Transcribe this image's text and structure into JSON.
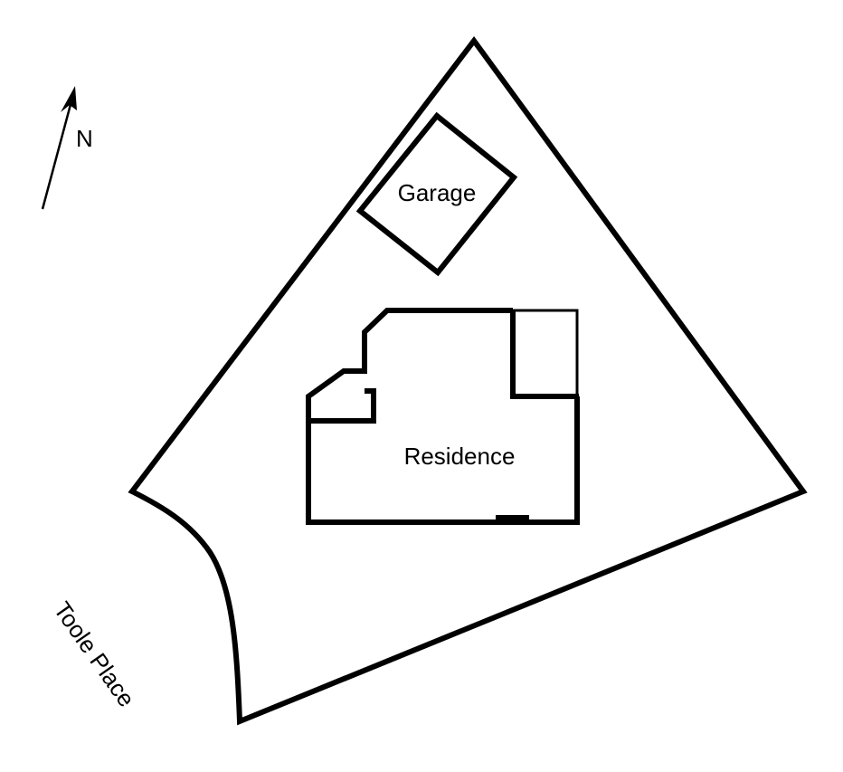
{
  "labels": {
    "north": "N",
    "garage": "Garage",
    "residence": "Residence",
    "street": "Toole Place"
  },
  "colors": {
    "stroke": "#000000",
    "background": "#ffffff"
  }
}
